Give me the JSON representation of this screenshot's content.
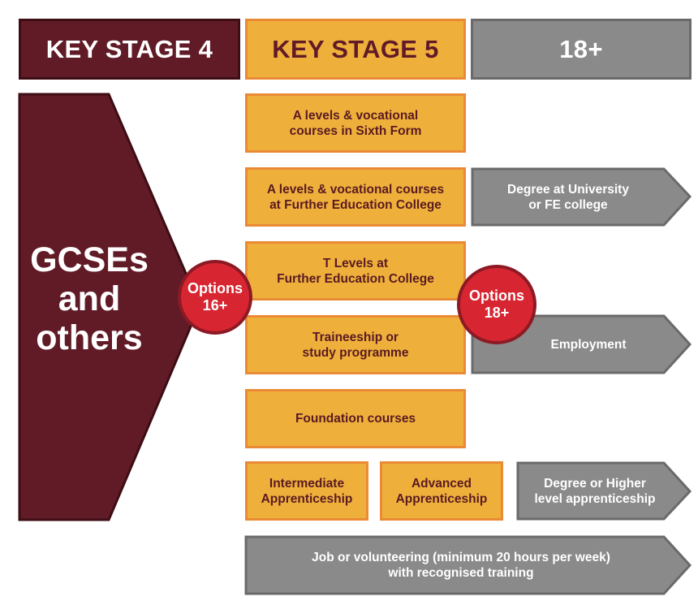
{
  "colors": {
    "ks4_fill": "#611b27",
    "ks5_fill": "#efb03b",
    "ks5_border": "#ea8a35",
    "adult_fill": "#8a8a8a",
    "adult_border": "#6a6a6a",
    "options_fill": "#d72631"
  },
  "headers": {
    "ks4": "KEY STAGE 4",
    "ks5": "KEY STAGE 5",
    "adult": "18+"
  },
  "gcse": {
    "label": "GCSEs\nand\nothers"
  },
  "options": {
    "sixteen": "Options\n16+",
    "eighteen": "Options\n18+"
  },
  "ks5_options": [
    {
      "label": "A levels & vocational\ncourses in Sixth Form"
    },
    {
      "label": "A levels & vocational courses\nat Further Education College"
    },
    {
      "label": "T Levels at\nFurther Education College"
    },
    {
      "label": "Traineeship or\nstudy programme"
    },
    {
      "label": "Foundation courses"
    }
  ],
  "apprenticeships": {
    "intermediate": "Intermediate\nApprenticeship",
    "advanced": "Advanced\nApprenticeship"
  },
  "outcomes": {
    "degree_university": "Degree at University\nor FE college",
    "employment": "Employment",
    "higher_apprenticeship": "Degree or Higher\nlevel apprenticeship",
    "job_volunteering": "Job or volunteering (minimum 20 hours per week)\nwith recognised training"
  }
}
